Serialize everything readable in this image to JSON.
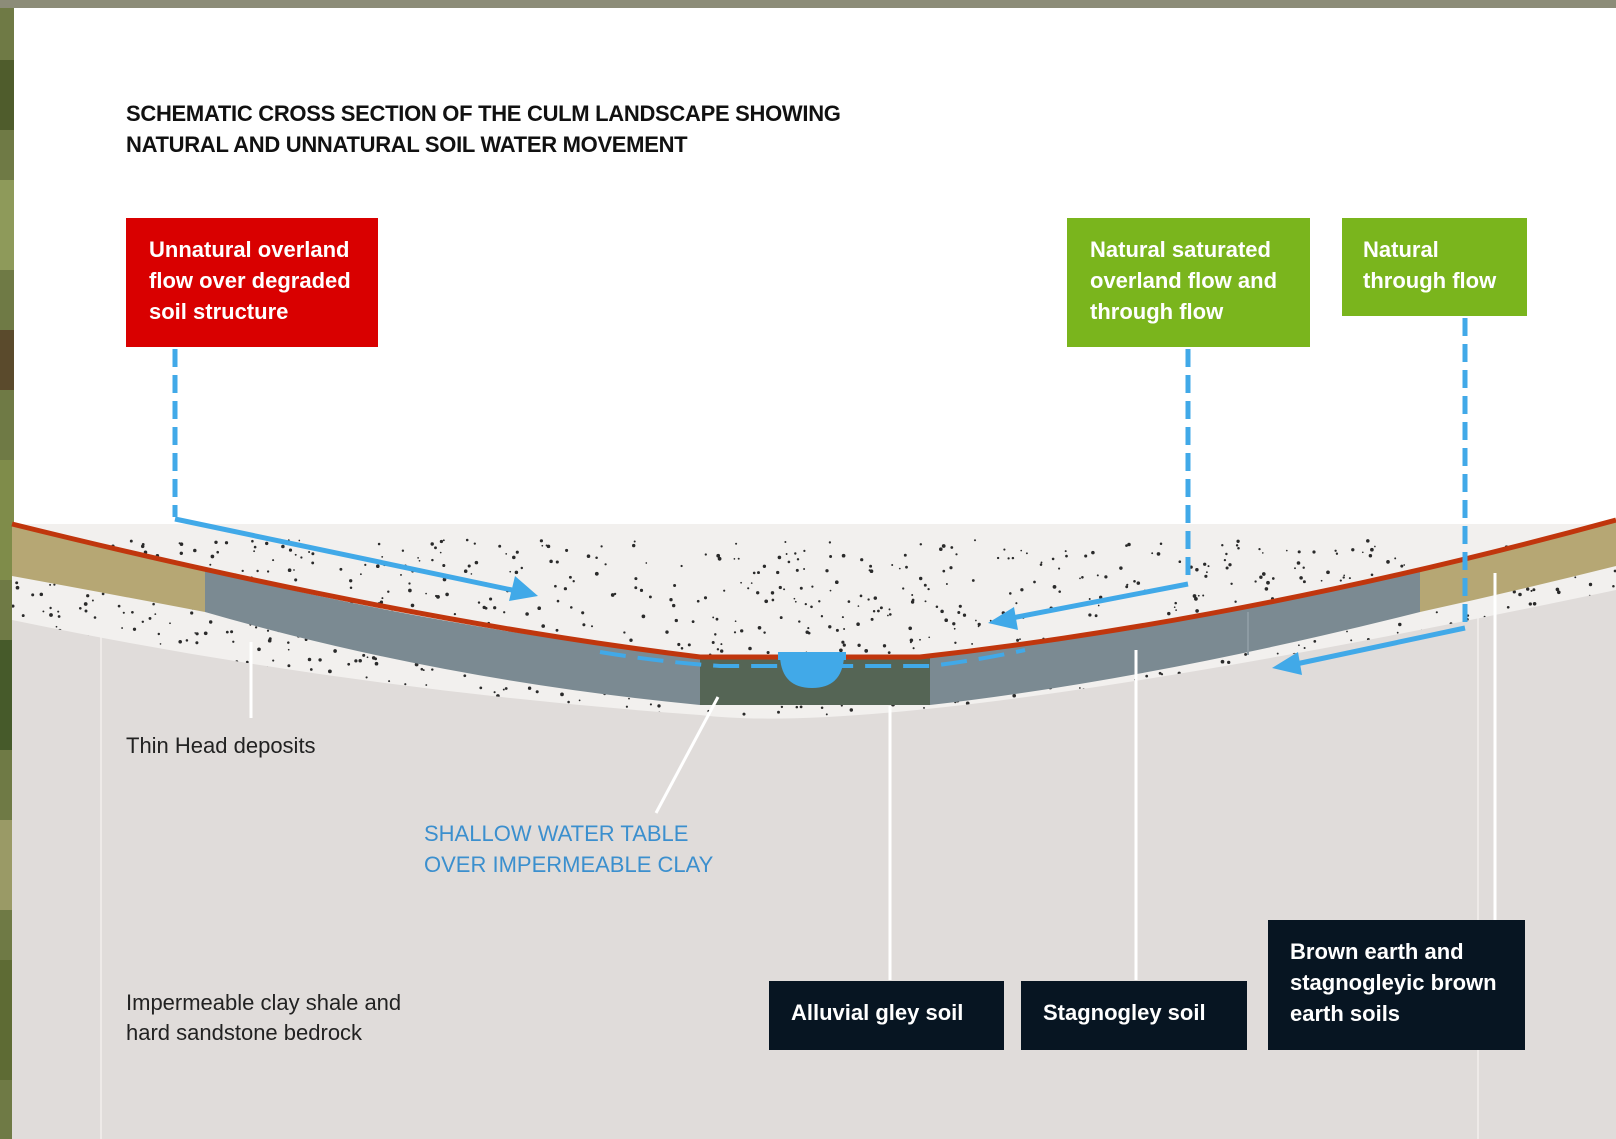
{
  "title": "SCHEMATIC CROSS SECTION OF THE CULM LANDSCAPE SHOWING NATURAL AND UNNATURAL SOIL WATER MOVEMENT",
  "flow_callouts": {
    "unnatural": "Unnatural overland flow over degraded soil structure",
    "natural_saturated": "Natural saturated overland flow and through flow",
    "natural_through": "Natural through flow"
  },
  "layer_labels": {
    "thin_head": "Thin Head deposits",
    "water_table": "SHALLOW WATER TABLE OVER IMPERMEABLE CLAY",
    "bedrock": "Impermeable clay shale and hard sandstone bedrock"
  },
  "soil_callouts": {
    "alluvial": "Alluvial gley soil",
    "stagnogley": "Stagnogley soil",
    "brown_earth": "Brown earth and stagnogleyic brown earth soils"
  },
  "colors": {
    "top_border": "#8c8c78",
    "topsoil_line": "#c0360d",
    "bedrock": "#e0dcda",
    "head_deposits": "#f2f0ee",
    "stagnogley": "#7b8a92",
    "alluvial": "#556555",
    "brown_earth": "#b6a774",
    "water": "#41a9e8",
    "unnatural_box": "#d90000",
    "natural_box": "#7ab51d",
    "soil_box": "#071522"
  }
}
